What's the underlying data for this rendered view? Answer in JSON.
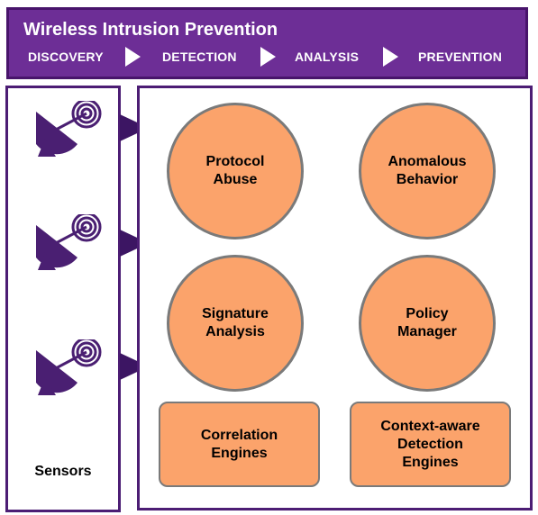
{
  "banner": {
    "title": "Wireless Intrusion Prevention",
    "stages": [
      "DISCOVERY",
      "DETECTION",
      "ANALYSIS",
      "PREVENTION"
    ]
  },
  "sensors": {
    "label": "Sensors",
    "icons": [
      "satellite-dish-icon",
      "satellite-dish-icon",
      "satellite-dish-icon"
    ]
  },
  "detection": {
    "circles": [
      "Protocol\nAbuse",
      "Anomalous\nBehavior",
      "Signature\nAnalysis",
      "Policy\nManager"
    ],
    "boxes": [
      "Correlation\nEngines",
      "Context-aware\nDetection\nEngines"
    ]
  },
  "colors": {
    "banner": "#6d2e96",
    "panel_border": "#4c1d74",
    "node_fill": "#fba36b",
    "node_border": "#7a7a7a"
  }
}
